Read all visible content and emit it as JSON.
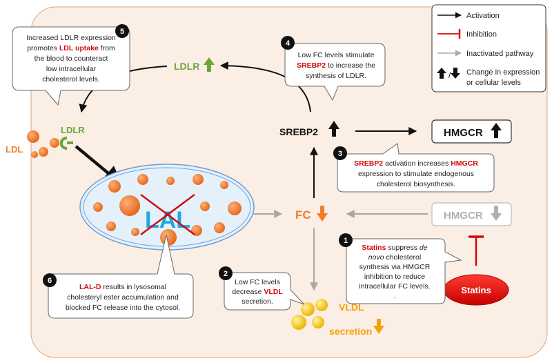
{
  "legend": {
    "activation": "Activation",
    "inhibition": "Inhibition",
    "inactivated": "Inactivated pathway",
    "change_line1": "Change in expression",
    "change_line2": "or cellular levels",
    "change_separator": "/"
  },
  "labels": {
    "ldlr_top": "LDLR",
    "ldlr_receptor": "LDLR",
    "ldl": "LDL",
    "lal": "LAL",
    "srebp2": "SREBP2",
    "hmgcr_active": "HMGCR",
    "hmgcr_inactive": "HMGCR",
    "fc": "FC",
    "statins": "Statins",
    "vldl_line1": "VLDL",
    "vldl_line2": "secretion"
  },
  "callouts": {
    "c1": {
      "number": "1",
      "l1a": "Statins",
      "l1b": " suppress ",
      "l1c": "de",
      "l2a": "novo",
      "l2b": " cholesterol",
      "l3": "synthesis via HMGCR",
      "l4": "inhibition to reduce",
      "l5": "intracellular FC levels.",
      "l6": "."
    },
    "c2": {
      "number": "2",
      "l1": "Low FC levels",
      "l2a": "decrease ",
      "l2b": "VLDL",
      "l3": "secretion."
    },
    "c3": {
      "number": "3",
      "l1a": "SREBP2",
      "l1b": " activation increases ",
      "l1c": "HMGCR",
      "l2": "expression to stimulate endogenous",
      "l3": "cholesterol biosynthesis."
    },
    "c4": {
      "number": "4",
      "l1": "Low FC levels stimulate",
      "l2a": "SREBP2",
      "l2b": " to increase the",
      "l3": "synthesis of LDLR."
    },
    "c5": {
      "number": "5",
      "l1": "Increased LDLR expression",
      "l2a": "promotes ",
      "l2b": "LDL uptake",
      "l2c": " from",
      "l3": "the blood to counteract",
      "l4": "low intracellular",
      "l5": "cholesterol levels."
    },
    "c6": {
      "number": "6",
      "l1a": "LAL-D",
      "l1b": " results in lysosomal",
      "l2": "cholesteryl ester accumulation and",
      "l3": "blocked FC release into the cytosol."
    }
  },
  "colors": {
    "cell_fill": "#fbeee4",
    "cell_stroke": "#d8a57f",
    "orange": "#f07d2a",
    "green": "#6aa53b",
    "red": "#d10a0a",
    "grey": "#a8a8a8",
    "lal_blue": "#1fa8e0",
    "vldl_yellow": "#f5c518"
  }
}
